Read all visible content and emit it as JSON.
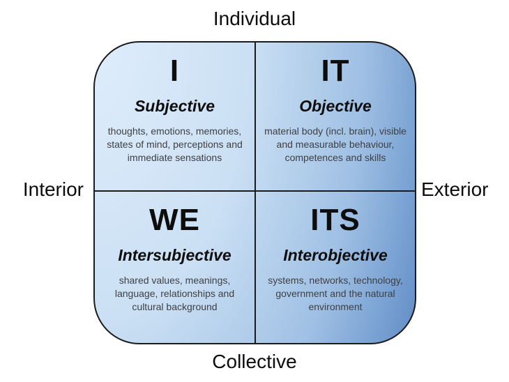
{
  "axes": {
    "top": "Individual",
    "bottom": "Collective",
    "left": "Interior",
    "right": "Exterior"
  },
  "quadrants": [
    {
      "code": "I",
      "title": "Subjective",
      "description": "thoughts, emotions, memories,\nstates of mind, perceptions and\nimmediate sensations"
    },
    {
      "code": "IT",
      "title": "Objective",
      "description": "material body (incl. brain), visible\nand measurable behaviour,\ncompetences and skills"
    },
    {
      "code": "WE",
      "title": "Intersubjective",
      "description": "shared values, meanings,\nlanguage, relationships and\ncultural background"
    },
    {
      "code": "ITS",
      "title": "Interobjective",
      "description": "systems, networks, technology,\ngovernment and the natural\nenvironment"
    }
  ],
  "colors": {
    "gradient": [
      "#dfedfb",
      "#cbe0f4",
      "#9fc0e4",
      "#5e8bc6"
    ],
    "border": "#1b1b1b",
    "text-primary": "#0d0d0d",
    "text-secondary": "#3d3f43",
    "background": "#ffffff"
  }
}
